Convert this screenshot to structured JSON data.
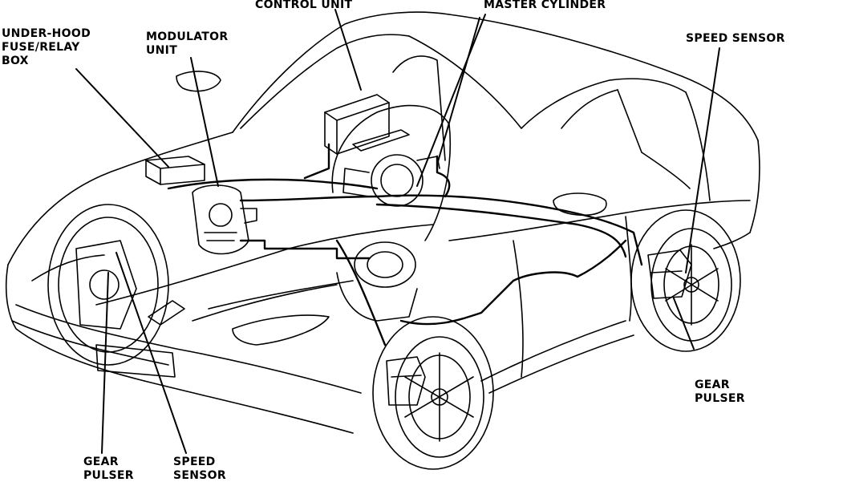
{
  "labels": {
    "control_unit": "CONTROL UNIT",
    "master_cylinder": "MASTER CYLINDER",
    "under_hood": [
      "UNDER-HOOD",
      "FUSE/RELAY",
      "BOX"
    ],
    "modulator": [
      "MODULATOR",
      "UNIT"
    ],
    "speed_sensor_rear": "SPEED SENSOR",
    "gear_pulser_rear": [
      "GEAR",
      "PULSER"
    ],
    "gear_pulser_front": [
      "GEAR",
      "PULSER"
    ],
    "speed_sensor_front": [
      "SPEED",
      "SENSOR"
    ]
  },
  "colors": {
    "line": "#000000",
    "background": "#ffffff"
  }
}
